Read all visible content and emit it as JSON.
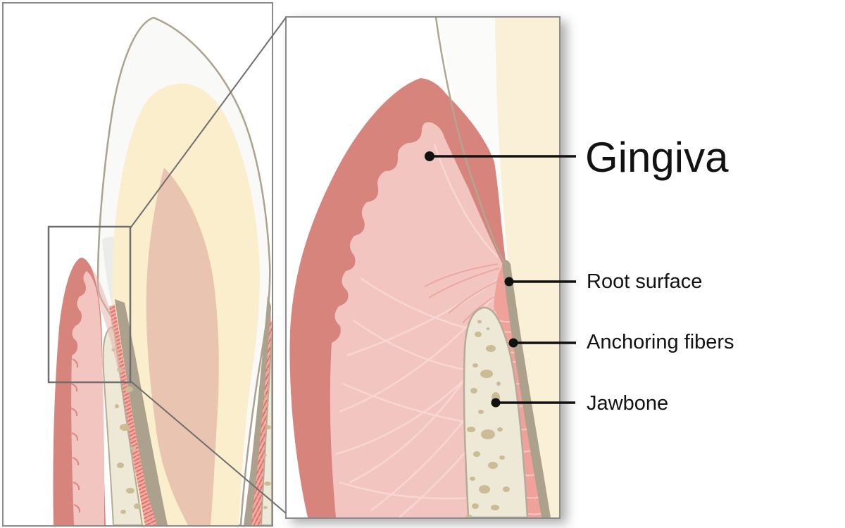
{
  "diagram": {
    "labels": {
      "gingiva": "Gingiva",
      "root_surface": "Root surface",
      "anchoring_fibers": "Anchoring fibers",
      "jawbone": "Jawbone"
    },
    "panels": {
      "overview": "tooth cross-section overview",
      "detail": "magnified gingiva detail"
    },
    "colors": {
      "gum_dark": "#d7847c",
      "gum_light": "#f3c5c0",
      "gum_fiber_line": "#f9dad6",
      "dentin": "#fbeecd",
      "dentin_detail": "#faf0d8",
      "enamel": "#f9f9f8",
      "pulp": "#e9c4b0",
      "bone": "#eee8d6",
      "bone_spot": "#cbbc95",
      "cementum": "#aba18d",
      "ligament": "#e4756c",
      "tooth_outline": "#ada28e",
      "panel_border": "#8b8b8b",
      "connector": "#6e6e6e",
      "label_text": "#121212"
    }
  }
}
